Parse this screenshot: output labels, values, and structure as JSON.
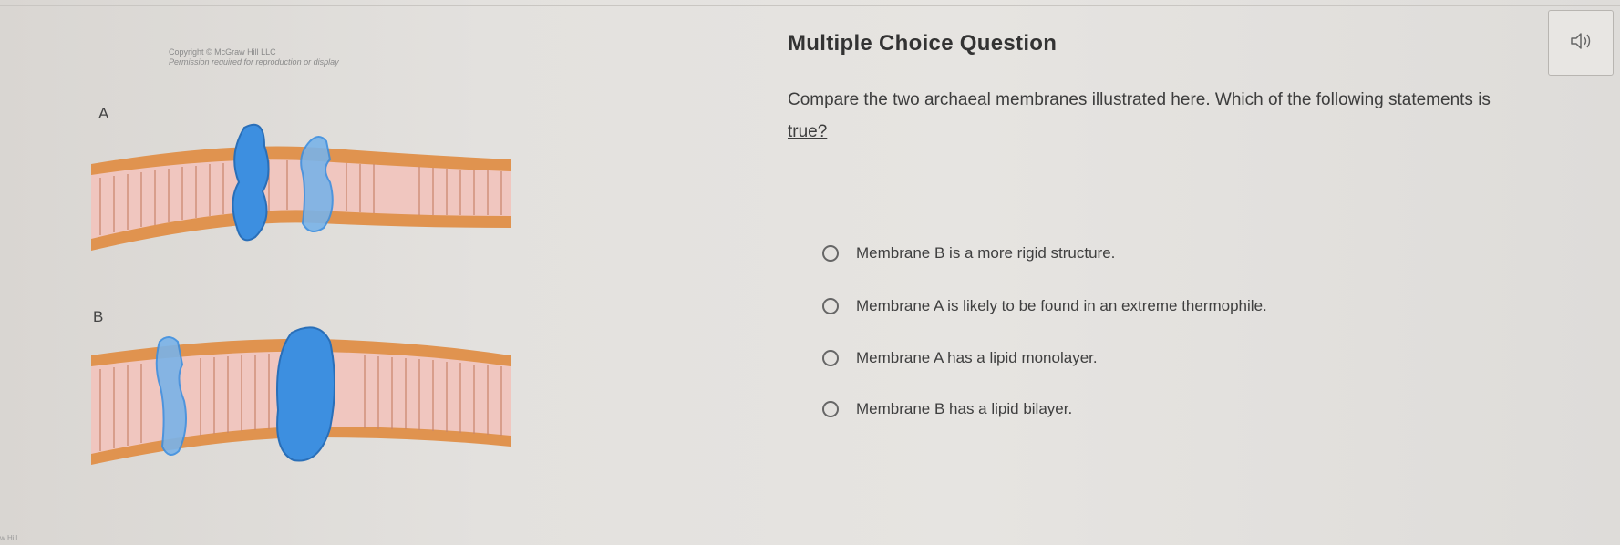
{
  "figure": {
    "copyright_line1": "Copyright © McGraw Hill LLC",
    "copyright_line2": "Permission required for reproduction or display",
    "label_a": "A",
    "label_b": "B",
    "colors": {
      "membrane_orange": "#e0934f",
      "membrane_pink": "#f0c6bf",
      "protein_blue": "#3d8fe0"
    }
  },
  "question": {
    "heading": "Multiple Choice Question",
    "audio_icon": "speaker-icon",
    "prompt": "Compare the two archaeal membranes illustrated here. Which of the following statements is",
    "prompt_end": "true?",
    "options": [
      "Membrane B is a more rigid structure.",
      "Membrane A is likely to be found in an extreme thermophile.",
      "Membrane A has a lipid monolayer.",
      "Membrane B has a lipid bilayer."
    ]
  },
  "footer": {
    "fragment": "w Hill"
  }
}
